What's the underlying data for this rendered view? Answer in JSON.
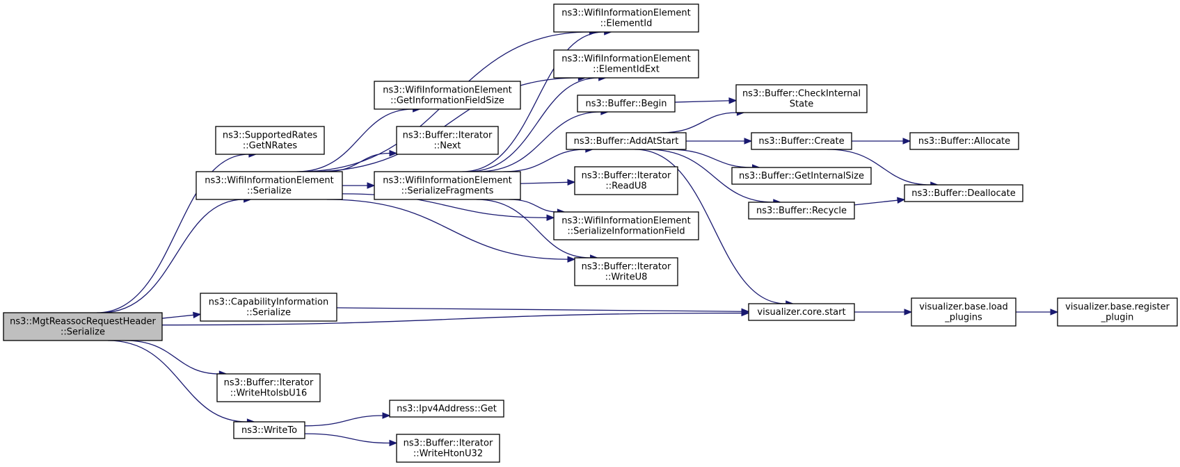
{
  "diagram": {
    "type": "call-graph",
    "colors": {
      "edge": "#191970",
      "root_fill": "#bfbfbf",
      "node_fill": "#ffffff",
      "node_border": "#000000"
    },
    "nodes": [
      {
        "id": "root",
        "lines": [
          "ns3::MgtReassocRequestHeader",
          "::Serialize"
        ],
        "root": true
      },
      {
        "id": "sr_getnrates",
        "lines": [
          "ns3::SupportedRates",
          "::GetNRates"
        ]
      },
      {
        "id": "wie_serialize",
        "lines": [
          "ns3::WifiInformationElement",
          "::Serialize"
        ]
      },
      {
        "id": "cap_serialize",
        "lines": [
          "ns3::CapabilityInformation",
          "::Serialize"
        ]
      },
      {
        "id": "writehtolsbu16",
        "lines": [
          "ns3::Buffer::Iterator",
          "::WriteHtolsbU16"
        ]
      },
      {
        "id": "writeto",
        "lines": [
          "ns3::WriteTo"
        ]
      },
      {
        "id": "elementid",
        "lines": [
          "ns3::WifiInformationElement",
          "::ElementId"
        ]
      },
      {
        "id": "elementidext",
        "lines": [
          "ns3::WifiInformationElement",
          "::ElementIdExt"
        ]
      },
      {
        "id": "getinfofieldsize",
        "lines": [
          "ns3::WifiInformationElement",
          "::GetInformationFieldSize"
        ]
      },
      {
        "id": "iter_next",
        "lines": [
          "ns3::Buffer::Iterator",
          "::Next"
        ]
      },
      {
        "id": "serializefragments",
        "lines": [
          "ns3::WifiInformationElement",
          "::SerializeFragments"
        ]
      },
      {
        "id": "serinfofield",
        "lines": [
          "ns3::WifiInformationElement",
          "::SerializeInformationField"
        ]
      },
      {
        "id": "writeu8",
        "lines": [
          "ns3::Buffer::Iterator",
          "::WriteU8"
        ]
      },
      {
        "id": "readu8",
        "lines": [
          "ns3::Buffer::Iterator",
          "::ReadU8"
        ]
      },
      {
        "id": "buf_begin",
        "lines": [
          "ns3::Buffer::Begin"
        ]
      },
      {
        "id": "addatstart",
        "lines": [
          "ns3::Buffer::AddAtStart"
        ]
      },
      {
        "id": "checkinternal",
        "lines": [
          "ns3::Buffer::CheckInternal",
          "State"
        ]
      },
      {
        "id": "buf_create",
        "lines": [
          "ns3::Buffer::Create"
        ]
      },
      {
        "id": "getinternalsize",
        "lines": [
          "ns3::Buffer::GetInternalSize"
        ]
      },
      {
        "id": "recycle",
        "lines": [
          "ns3::Buffer::Recycle"
        ]
      },
      {
        "id": "allocate",
        "lines": [
          "ns3::Buffer::Allocate"
        ]
      },
      {
        "id": "deallocate",
        "lines": [
          "ns3::Buffer::Deallocate"
        ]
      },
      {
        "id": "viz_start",
        "lines": [
          "visualizer.core.start"
        ]
      },
      {
        "id": "viz_load",
        "lines": [
          "visualizer.base.load",
          "_plugins"
        ]
      },
      {
        "id": "viz_register",
        "lines": [
          "visualizer.base.register",
          "_plugin"
        ]
      },
      {
        "id": "ipv4get",
        "lines": [
          "ns3::Ipv4Address::Get"
        ]
      },
      {
        "id": "writehtonu32",
        "lines": [
          "ns3::Buffer::Iterator",
          "::WriteHtonU32"
        ]
      }
    ],
    "edges": [
      [
        "root",
        "sr_getnrates"
      ],
      [
        "root",
        "wie_serialize"
      ],
      [
        "root",
        "cap_serialize"
      ],
      [
        "root",
        "viz_start"
      ],
      [
        "root",
        "writehtolsbu16"
      ],
      [
        "root",
        "writeto"
      ],
      [
        "wie_serialize",
        "elementid"
      ],
      [
        "wie_serialize",
        "elementidext"
      ],
      [
        "wie_serialize",
        "getinfofieldsize"
      ],
      [
        "wie_serialize",
        "iter_next"
      ],
      [
        "wie_serialize",
        "serializefragments"
      ],
      [
        "wie_serialize",
        "serinfofield"
      ],
      [
        "wie_serialize",
        "writeu8"
      ],
      [
        "serializefragments",
        "elementid"
      ],
      [
        "serializefragments",
        "elementidext"
      ],
      [
        "serializefragments",
        "buf_begin"
      ],
      [
        "serializefragments",
        "addatstart"
      ],
      [
        "serializefragments",
        "readu8"
      ],
      [
        "serializefragments",
        "serinfofield"
      ],
      [
        "serializefragments",
        "writeu8"
      ],
      [
        "buf_begin",
        "checkinternal"
      ],
      [
        "addatstart",
        "checkinternal"
      ],
      [
        "addatstart",
        "buf_create"
      ],
      [
        "addatstart",
        "getinternalsize"
      ],
      [
        "addatstart",
        "recycle"
      ],
      [
        "addatstart",
        "viz_start"
      ],
      [
        "buf_create",
        "allocate"
      ],
      [
        "buf_create",
        "deallocate"
      ],
      [
        "recycle",
        "deallocate"
      ],
      [
        "cap_serialize",
        "viz_start"
      ],
      [
        "viz_start",
        "viz_load"
      ],
      [
        "viz_load",
        "viz_register"
      ],
      [
        "writeto",
        "ipv4get"
      ],
      [
        "writeto",
        "writehtonu32"
      ]
    ]
  }
}
